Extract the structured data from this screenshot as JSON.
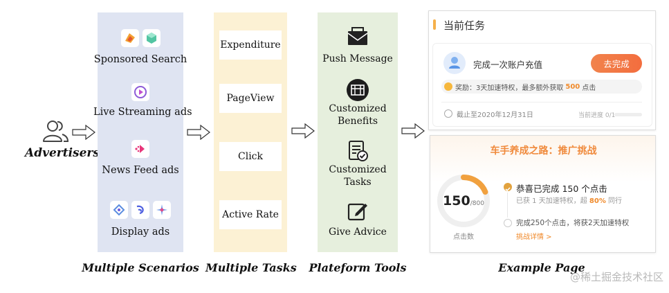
{
  "advertisers": {
    "label": "Advertisers"
  },
  "scenarios": {
    "title": "Multiple Scenarios",
    "items": [
      "Sponsored Search",
      "Live Streaming ads",
      "News Feed ads",
      "Display ads"
    ]
  },
  "tasks": {
    "title": "Multiple Tasks",
    "items": [
      "Expenditure",
      "PageView",
      "Click",
      "Active Rate"
    ]
  },
  "tools": {
    "title": "Plateform Tools",
    "items": [
      {
        "line1": "Push Message",
        "line2": ""
      },
      {
        "line1": "Customized",
        "line2": "Benefits"
      },
      {
        "line1": "Customized",
        "line2": "Tasks"
      },
      {
        "line1": "Give Advice",
        "line2": ""
      }
    ]
  },
  "example": {
    "title": "Example Page",
    "card1": {
      "header": "当前任务",
      "task": "完成一次账户充值",
      "button": "去完成",
      "reward_prefix": "奖励：",
      "reward_main": "3天加速特权，最多额外获取",
      "reward_value": "500",
      "reward_suffix": "点击",
      "deadline": "截止至2020年12月31日",
      "progress": "当前进度 0/1"
    },
    "card2": {
      "title": "车手养成之路：推广挑战",
      "gauge_value": "150",
      "gauge_total": "/800",
      "gauge_label": "点击数",
      "gauge_fraction": 0.1875,
      "done_text": "恭喜已完成 150 个点击",
      "sub_prefix": "已获 1 天加速特权，超",
      "sub_value": "80%",
      "sub_suffix": "同行",
      "next_text": "完成250个点击，将获2天加速特权",
      "link": "挑战详情 >"
    }
  },
  "watermark": "@稀土掘金技术社区",
  "colors": {
    "scenarios_bg": "#dfe4f2",
    "tasks_bg": "#fcf1d4",
    "tools_bg": "#e6efdd",
    "accent": "#f08a3c"
  }
}
